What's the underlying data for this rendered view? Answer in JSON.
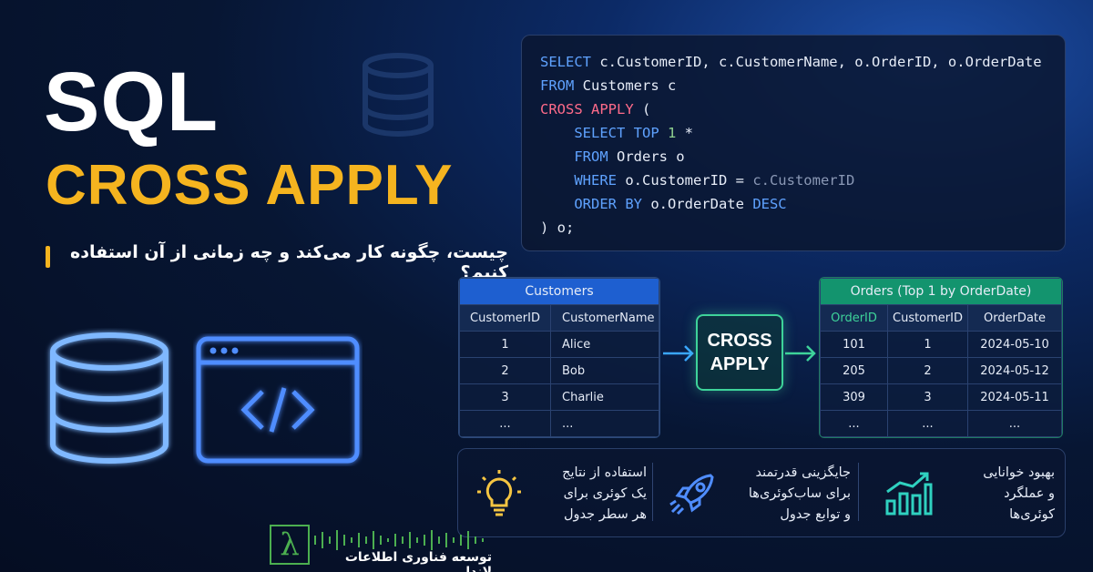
{
  "title": {
    "main": "SQL",
    "sub": "CROSS APPLY",
    "subtitle_fa": "چیست، چگونه کار می‌کند و چه زمانی از آن استفاده کنیم؟"
  },
  "code": {
    "l1_kw": "SELECT",
    "l1_rest": " c.CustomerID, c.CustomerName, o.OrderID, o.OrderDate",
    "l2_kw": "FROM",
    "l2_rest": " Customers c",
    "l3_kw": "CROSS APPLY",
    "l3_rest": " (",
    "l4_kw": "SELECT TOP",
    "l4_num": " 1",
    "l4_rest": " *",
    "l5_kw": "FROM",
    "l5_rest": " Orders o",
    "l6_kw": "WHERE",
    "l6_rest": " o.CustomerID = ",
    "l6_gray": "c.CustomerID",
    "l7_kw": "ORDER BY",
    "l7_rest": " o.OrderDate ",
    "l7_kw2": "DESC",
    "l8": ") o;"
  },
  "customers": {
    "title": "Customers",
    "col1": "CustomerID",
    "col2": "CustomerName",
    "rows": [
      [
        "1",
        "Alice"
      ],
      [
        "2",
        "Bob"
      ],
      [
        "3",
        "Charlie"
      ],
      [
        "...",
        "..."
      ]
    ]
  },
  "cross_apply_label": "CROSS\nAPPLY",
  "cross_apply_l1": "CROSS",
  "cross_apply_l2": "APPLY",
  "orders": {
    "title": "Orders (Top 1 by OrderDate)",
    "col1": "OrderID",
    "col2": "CustomerID",
    "col3": "OrderDate",
    "rows": [
      [
        "101",
        "1",
        "2024-05-10"
      ],
      [
        "205",
        "2",
        "2024-05-12"
      ],
      [
        "309",
        "3",
        "2024-05-11"
      ],
      [
        "...",
        "...",
        "..."
      ]
    ]
  },
  "features": [
    {
      "text": "بهبود خوانایی\nو عملگرد\nکوئری‌ها",
      "icon": "chart-icon"
    },
    {
      "text": "جایگزینی قدرتمند\nبرای ساب‌کوئری‌ها\nو توابع جدول",
      "icon": "rocket-icon"
    },
    {
      "text": "استفاده از نتایج\nیک کوئری برای\nهر سطر جدول",
      "icon": "lightbulb-icon"
    }
  ],
  "logo": {
    "glyph": "λ",
    "text": "توسعه فناوری اطلاعات لاندا"
  },
  "colors": {
    "accent_yellow": "#f5b41f",
    "customers_header": "#1e5fd0",
    "orders_header": "#13946e",
    "keyword_blue": "#5fa2ff",
    "keyword_red": "#ff6b8a"
  }
}
